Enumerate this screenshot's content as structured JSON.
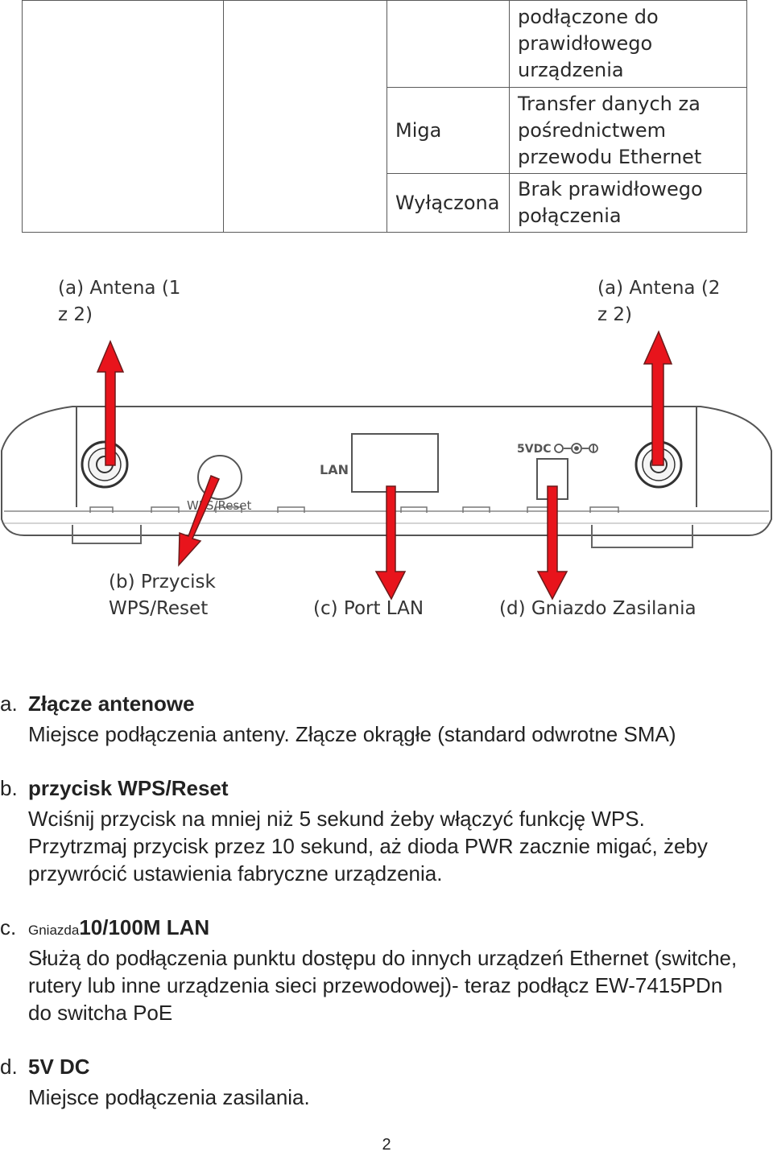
{
  "table": {
    "rows": [
      {
        "state": "",
        "meaning": "podłączone do\nprawidłowego\nurządzenia"
      },
      {
        "state": "Miga",
        "meaning": "Transfer danych za\npośrednictwem\nprzewodu Ethernet"
      },
      {
        "state": "Wyłączona",
        "meaning": "Brak prawidłowego\npołączenia"
      }
    ]
  },
  "diagram": {
    "label_antenna_1": "(a) Antena (1\nz 2)",
    "label_antenna_2": "(a) Antena (2\nz 2)",
    "label_wps": "(b) Przycisk\nWPS/Reset",
    "label_lan": "(c) Port LAN",
    "label_power": "(d) Gniazdo Zasilania",
    "panel_text_lan": "LAN",
    "panel_text_power": "5VDC",
    "panel_text_wps": "WPS/Reset",
    "arrow_color": "#e8141c"
  },
  "items": [
    {
      "letter": "a.",
      "head": "Złącze antenowe",
      "head_small": "",
      "body": "Miejsce podłączenia anteny. Złącze okrągłe (standard odwrotne SMA)"
    },
    {
      "letter": "b.",
      "head": "przycisk WPS/Reset",
      "head_small": "",
      "body": "Wciśnij przycisk na mniej niż 5 sekund żeby włączyć funkcję WPS.\nPrzytrzmaj przycisk przez 10 sekund, aż dioda PWR zacznie migać, żeby\nprzywrócić ustawienia fabryczne urządzenia."
    },
    {
      "letter": "c.",
      "head": "10/100M LAN",
      "head_small": "Gniazda",
      "body": "Służą do podłączenia punktu dostępu do innych urządzeń Ethernet (switche,\nrutery lub inne urządzenia sieci przewodowej)- teraz podłącz EW-7415PDn\ndo switcha PoE"
    },
    {
      "letter": "d.",
      "head": "5V DC",
      "head_small": "",
      "body": "Miejsce podłączenia zasilania."
    }
  ],
  "page_number": "2"
}
